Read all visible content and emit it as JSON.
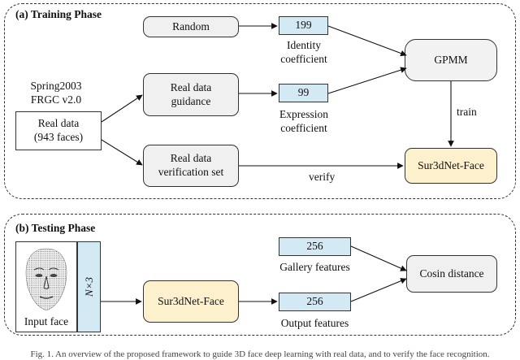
{
  "training": {
    "title": "(a) Training Phase",
    "random": "Random",
    "identity_value": "199",
    "identity_label_1": "Identity",
    "identity_label_2": "coefficient",
    "gpmm": "GPMM",
    "datasets_1": "Spring2003",
    "datasets_2": "FRGC v2.0",
    "real_data_1": "Real data",
    "real_data_2": "(943 faces)",
    "guidance_1": "Real data",
    "guidance_2": "guidance",
    "expression_value": "99",
    "expression_label_1": "Expression",
    "expression_label_2": "coefficient",
    "train_label": "train",
    "verification_1": "Real data",
    "verification_2": "verification set",
    "verify_label": "verify",
    "net": "Sur3dNet-Face"
  },
  "testing": {
    "title": "(b) Testing Phase",
    "input_face": "Input face",
    "points_shape": "N×3",
    "net": "Sur3dNet-Face",
    "gallery_value": "256",
    "gallery_label": "Gallery features",
    "output_value": "256",
    "output_label": "Output features",
    "distance": "Cosin distance"
  },
  "caption": "Fig. 1.  An overview of the proposed framework to guide 3D face deep learning with real data, and to verify the face recognition."
}
